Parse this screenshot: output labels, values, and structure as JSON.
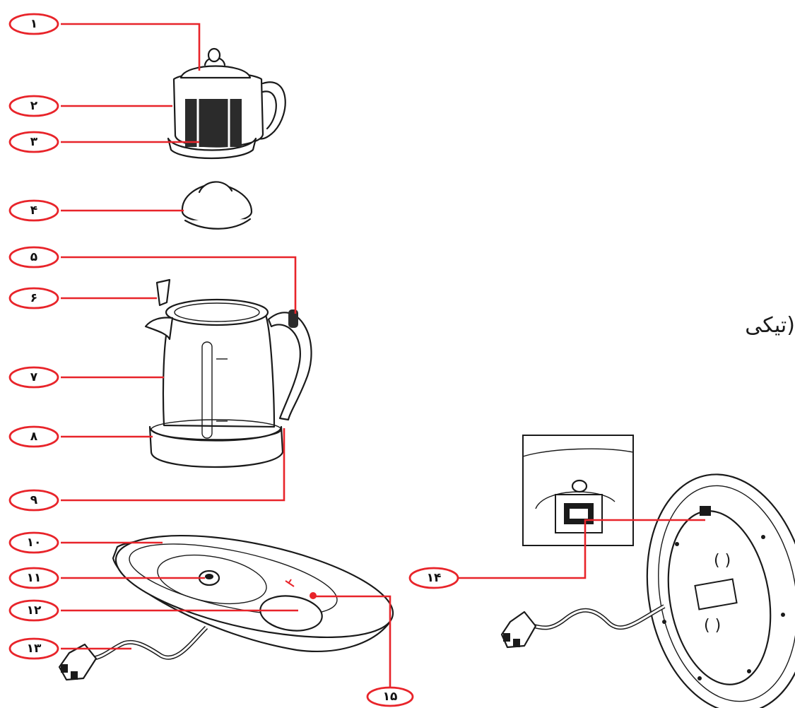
{
  "callouts": [
    {
      "id": "1",
      "label": "۱"
    },
    {
      "id": "2",
      "label": "۲"
    },
    {
      "id": "3",
      "label": "۳"
    },
    {
      "id": "4",
      "label": "۴"
    },
    {
      "id": "5",
      "label": "۵"
    },
    {
      "id": "6",
      "label": "۶"
    },
    {
      "id": "7",
      "label": "۷"
    },
    {
      "id": "8",
      "label": "۸"
    },
    {
      "id": "9",
      "label": "۹"
    },
    {
      "id": "10",
      "label": "۱۰"
    },
    {
      "id": "11",
      "label": "۱۱"
    },
    {
      "id": "12",
      "label": "۱۲"
    },
    {
      "id": "13",
      "label": "۱۳"
    },
    {
      "id": "14",
      "label": "۱۴"
    },
    {
      "id": "15",
      "label": "۱۵"
    }
  ],
  "heading_fragment": "تیکی)",
  "colors": {
    "leader": "#e8242a",
    "ink": "#1a1a1a",
    "background": "#ffffff"
  }
}
